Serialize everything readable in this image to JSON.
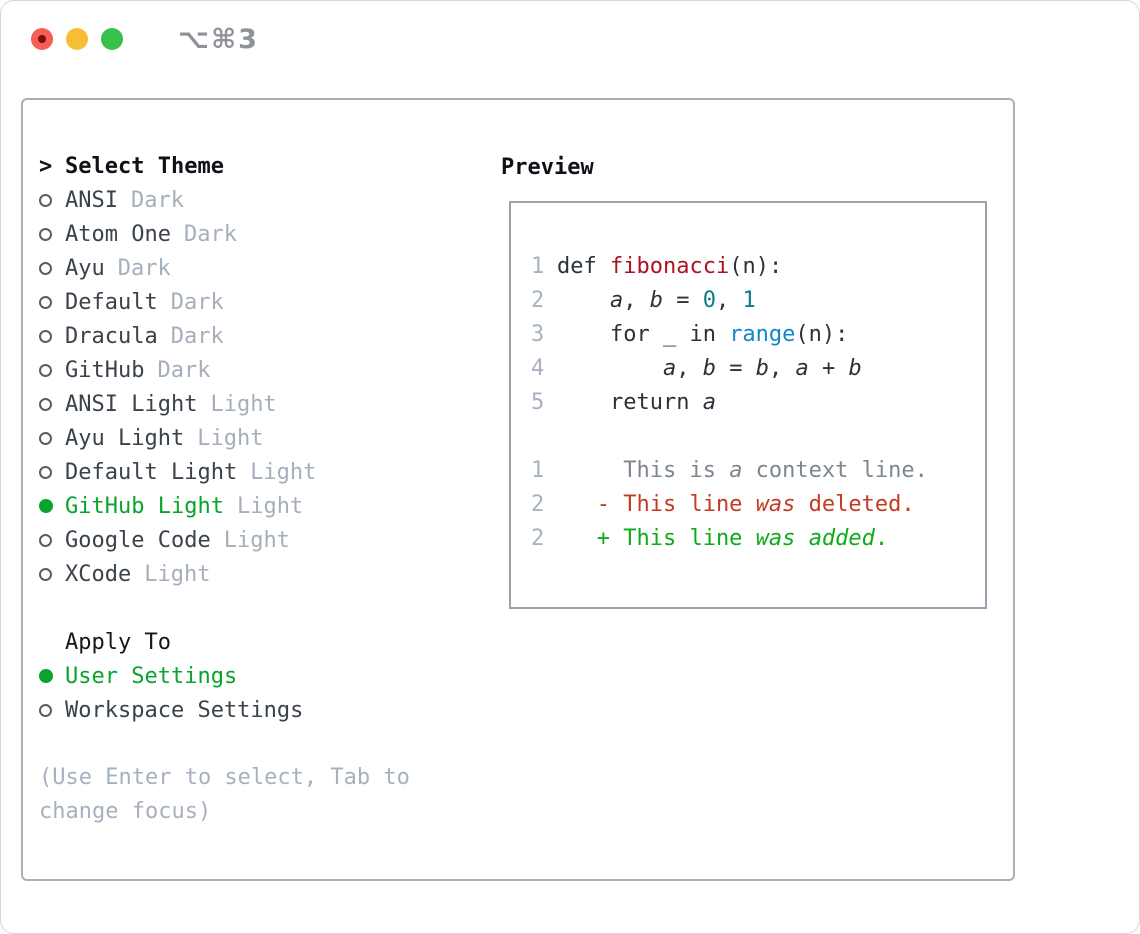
{
  "titlebar": {
    "title": "⌥⌘3",
    "traffic_lights": [
      {
        "name": "close-button",
        "color": "#f75d54",
        "dot": true,
        "dot_color": "#7a0f08"
      },
      {
        "name": "minimize-button",
        "color": "#f7bd35",
        "dot": false,
        "dot_color": ""
      },
      {
        "name": "zoom-button",
        "color": "#37c04b",
        "dot": false,
        "dot_color": ""
      }
    ]
  },
  "theme_picker": {
    "prompt": ">",
    "header": "Select Theme",
    "items": [
      {
        "label": "ANSI",
        "variant": "Dark",
        "selected": false
      },
      {
        "label": "Atom One",
        "variant": "Dark",
        "selected": false
      },
      {
        "label": "Ayu",
        "variant": "Dark",
        "selected": false
      },
      {
        "label": "Default",
        "variant": "Dark",
        "selected": false
      },
      {
        "label": "Dracula",
        "variant": "Dark",
        "selected": false
      },
      {
        "label": "GitHub",
        "variant": "Dark",
        "selected": false
      },
      {
        "label": "ANSI Light",
        "variant": "Light",
        "selected": false
      },
      {
        "label": "Ayu Light",
        "variant": "Light",
        "selected": false
      },
      {
        "label": "Default Light",
        "variant": "Light",
        "selected": false
      },
      {
        "label": "GitHub Light",
        "variant": "Light",
        "selected": true
      },
      {
        "label": "Google Code",
        "variant": "Light",
        "selected": false
      },
      {
        "label": "XCode",
        "variant": "Light",
        "selected": false
      }
    ],
    "apply_to": {
      "header": "Apply To",
      "options": [
        {
          "label": "User Settings",
          "selected": true
        },
        {
          "label": "Workspace Settings",
          "selected": false
        }
      ]
    },
    "hint": "(Use Enter to select, Tab to change focus)"
  },
  "preview": {
    "title": "Preview",
    "lines": [
      {
        "num": "1",
        "segments": [
          {
            "t": "def ",
            "s": "kw"
          },
          {
            "t": "fibonacci",
            "s": "fn"
          },
          {
            "t": "(n):",
            "s": "pln"
          }
        ]
      },
      {
        "num": "2",
        "segments": [
          {
            "t": "    ",
            "s": "pln"
          },
          {
            "t": "a",
            "s": "var"
          },
          {
            "t": ", ",
            "s": "pln"
          },
          {
            "t": "b",
            "s": "var"
          },
          {
            "t": " = ",
            "s": "pln"
          },
          {
            "t": "0",
            "s": "num"
          },
          {
            "t": ", ",
            "s": "pln"
          },
          {
            "t": "1",
            "s": "num"
          }
        ]
      },
      {
        "num": "3",
        "segments": [
          {
            "t": "    for _ in ",
            "s": "pln"
          },
          {
            "t": "range",
            "s": "builtin"
          },
          {
            "t": "(n):",
            "s": "pln"
          }
        ]
      },
      {
        "num": "4",
        "segments": [
          {
            "t": "        ",
            "s": "pln"
          },
          {
            "t": "a",
            "s": "var"
          },
          {
            "t": ", ",
            "s": "pln"
          },
          {
            "t": "b",
            "s": "var"
          },
          {
            "t": " = ",
            "s": "pln"
          },
          {
            "t": "b",
            "s": "var"
          },
          {
            "t": ", ",
            "s": "pln"
          },
          {
            "t": "a",
            "s": "var"
          },
          {
            "t": " + ",
            "s": "pln"
          },
          {
            "t": "b",
            "s": "var"
          }
        ]
      },
      {
        "num": "5",
        "segments": [
          {
            "t": "    return ",
            "s": "pln"
          },
          {
            "t": "a",
            "s": "var"
          }
        ]
      },
      {
        "num": "",
        "segments": []
      },
      {
        "num": "1",
        "segments": [
          {
            "t": "     This is ",
            "s": "ctx"
          },
          {
            "t": "a",
            "s": "ctx-i"
          },
          {
            "t": " context line.",
            "s": "ctx"
          }
        ]
      },
      {
        "num": "2",
        "segments": [
          {
            "t": "   - This line ",
            "s": "del"
          },
          {
            "t": "was",
            "s": "del-i"
          },
          {
            "t": " deleted.",
            "s": "del"
          }
        ]
      },
      {
        "num": "2",
        "segments": [
          {
            "t": "   + This line ",
            "s": "add"
          },
          {
            "t": "was",
            "s": "add-i"
          },
          {
            "t": " ",
            "s": "add"
          },
          {
            "t": "added",
            "s": "add-i"
          },
          {
            "t": ".",
            "s": "add"
          }
        ]
      }
    ]
  },
  "colors": {
    "accent_green": "#0aa32b",
    "function_red": "#ae1220",
    "number_teal": "#0e7d87",
    "builtin_blue": "#1287c9",
    "deleted_red": "#c43a22",
    "added_green": "#0cab17"
  }
}
